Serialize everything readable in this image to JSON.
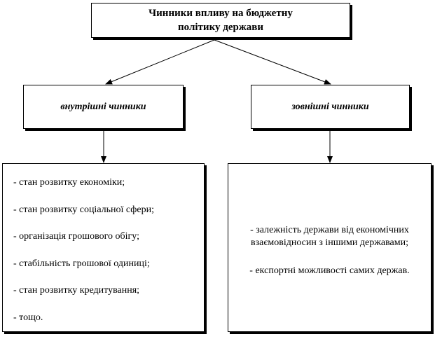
{
  "root": {
    "title": "Чинники впливу на бюджетну політику держави"
  },
  "categories": [
    {
      "label": "внутрішні чинники",
      "items": [
        "- стан розвитку економіки;",
        "- стан розвитку соціальної сфери;",
        "- організація грошового обігу;",
        "- стабільність грошової одиниці;",
        "- стан розвитку кредитування;",
        "- тощо."
      ]
    },
    {
      "label": "зовнішні чинники",
      "items": [
        "- залежність держави від економічних взаємовідносин з іншими державами;",
        "- експортні можливості самих держав."
      ]
    }
  ]
}
